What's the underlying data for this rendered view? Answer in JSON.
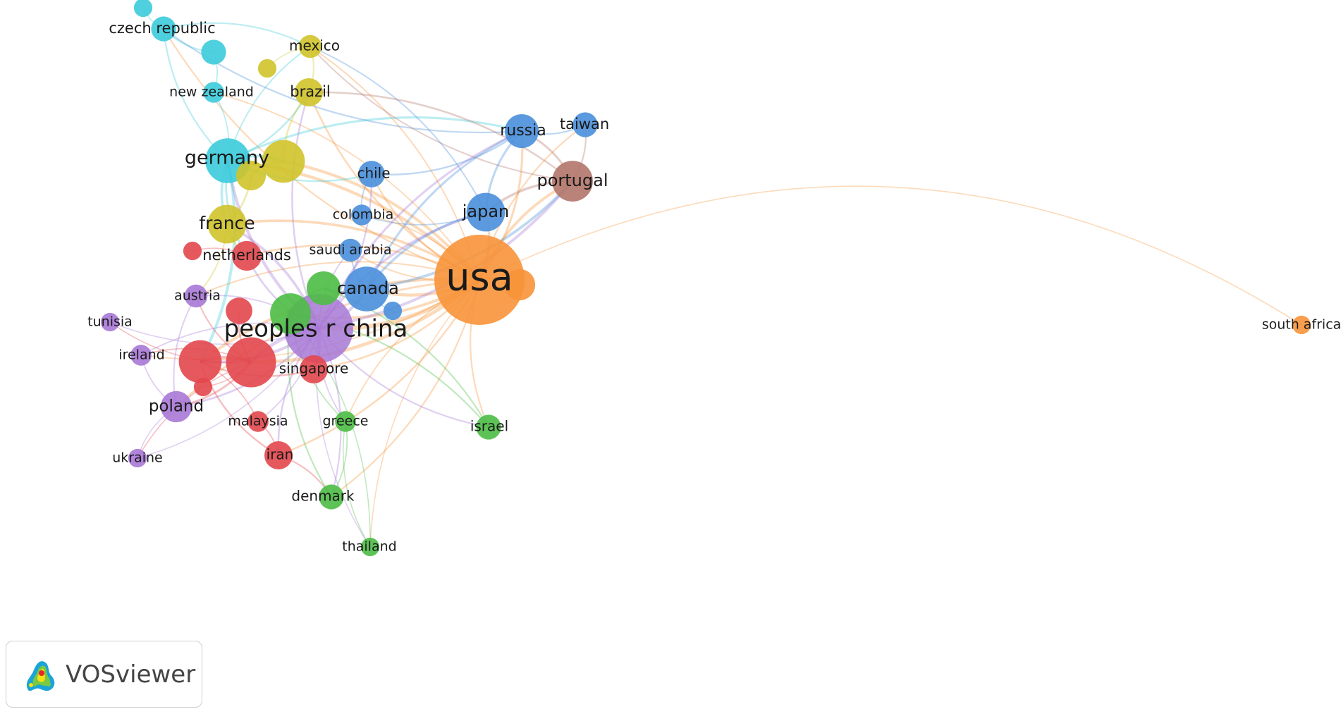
{
  "app": {
    "logo_text": "VOSviewer"
  },
  "colors": {
    "red": "#e2474d",
    "green": "#4cbc45",
    "blue": "#4a8fdb",
    "yellow": "#cfc32a",
    "purple": "#a778d6",
    "cyan": "#3ccbdb",
    "orange": "#f7943a",
    "brown": "#b2766a"
  },
  "nodes": [
    {
      "id": "usa",
      "label": "usa",
      "cluster": "orange",
      "weight": 100
    },
    {
      "id": "china",
      "label": "peoples r china",
      "cluster": "purple",
      "weight": 55
    },
    {
      "id": "germany",
      "label": "germany",
      "cluster": "cyan",
      "weight": 22
    },
    {
      "id": "czech",
      "label": "czech republic",
      "cluster": "cyan",
      "weight": 6
    },
    {
      "id": "newzealand",
      "label": "new zealand",
      "cluster": "cyan",
      "weight": 4
    },
    {
      "id": "mexico",
      "label": "mexico",
      "cluster": "yellow",
      "weight": 5
    },
    {
      "id": "brazil",
      "label": "brazil",
      "cluster": "yellow",
      "weight": 8
    },
    {
      "id": "france",
      "label": "france",
      "cluster": "yellow",
      "weight": 16
    },
    {
      "id": "russia",
      "label": "russia",
      "cluster": "blue",
      "weight": 12
    },
    {
      "id": "taiwan",
      "label": "taiwan",
      "cluster": "blue",
      "weight": 6
    },
    {
      "id": "chile",
      "label": "chile",
      "cluster": "blue",
      "weight": 7
    },
    {
      "id": "japan",
      "label": "japan",
      "cluster": "blue",
      "weight": 16
    },
    {
      "id": "colombia",
      "label": "colombia",
      "cluster": "blue",
      "weight": 4
    },
    {
      "id": "saudiarabia",
      "label": "saudi arabia",
      "cluster": "blue",
      "weight": 5
    },
    {
      "id": "canada",
      "label": "canada",
      "cluster": "blue",
      "weight": 22
    },
    {
      "id": "portugal",
      "label": "portugal",
      "cluster": "brown",
      "weight": 18
    },
    {
      "id": "netherlands",
      "label": "netherlands",
      "cluster": "red",
      "weight": 9
    },
    {
      "id": "austria",
      "label": "austria",
      "cluster": "purple",
      "weight": 5
    },
    {
      "id": "tunisia",
      "label": "tunisia",
      "cluster": "purple",
      "weight": 3
    },
    {
      "id": "ireland",
      "label": "ireland",
      "cluster": "purple",
      "weight": 4
    },
    {
      "id": "poland",
      "label": "poland",
      "cluster": "purple",
      "weight": 10
    },
    {
      "id": "ukraine",
      "label": "ukraine",
      "cluster": "purple",
      "weight": 3
    },
    {
      "id": "singapore",
      "label": "singapore",
      "cluster": "red",
      "weight": 8
    },
    {
      "id": "malaysia",
      "label": "malaysia",
      "cluster": "red",
      "weight": 4
    },
    {
      "id": "greece",
      "label": "greece",
      "cluster": "green",
      "weight": 4
    },
    {
      "id": "iran",
      "label": "iran",
      "cluster": "red",
      "weight": 8
    },
    {
      "id": "denmark",
      "label": "denmark",
      "cluster": "green",
      "weight": 6
    },
    {
      "id": "thailand",
      "label": "thailand",
      "cluster": "green",
      "weight": 3
    },
    {
      "id": "israel",
      "label": "israel",
      "cluster": "green",
      "weight": 6
    },
    {
      "id": "southafrica",
      "label": "south africa",
      "cluster": "orange",
      "weight": 3
    },
    {
      "id": "red_a",
      "label": "",
      "cluster": "red",
      "weight": 28
    },
    {
      "id": "red_b",
      "label": "",
      "cluster": "red",
      "weight": 20
    },
    {
      "id": "red_c",
      "label": "",
      "cluster": "red",
      "weight": 7
    },
    {
      "id": "red_d",
      "label": "",
      "cluster": "red",
      "weight": 3
    },
    {
      "id": "red_e",
      "label": "",
      "cluster": "red",
      "weight": 3
    },
    {
      "id": "green_a",
      "label": "",
      "cluster": "green",
      "weight": 18
    },
    {
      "id": "green_b",
      "label": "",
      "cluster": "green",
      "weight": 12
    },
    {
      "id": "yellow_a",
      "label": "",
      "cluster": "yellow",
      "weight": 20
    },
    {
      "id": "yellow_b",
      "label": "",
      "cluster": "yellow",
      "weight": 9
    },
    {
      "id": "yellow_c",
      "label": "",
      "cluster": "yellow",
      "weight": 3
    },
    {
      "id": "cyan_a",
      "label": "",
      "cluster": "cyan",
      "weight": 6
    },
    {
      "id": "cyan_b",
      "label": "",
      "cluster": "cyan",
      "weight": 3
    },
    {
      "id": "orange_b",
      "label": "",
      "cluster": "orange",
      "weight": 10
    },
    {
      "id": "blue_b",
      "label": "",
      "cluster": "blue",
      "weight": 3
    }
  ],
  "links": [
    [
      "usa",
      "china"
    ],
    [
      "usa",
      "germany"
    ],
    [
      "usa",
      "canada"
    ],
    [
      "usa",
      "japan"
    ],
    [
      "usa",
      "portugal"
    ],
    [
      "usa",
      "russia"
    ],
    [
      "usa",
      "taiwan"
    ],
    [
      "usa",
      "france"
    ],
    [
      "usa",
      "brazil"
    ],
    [
      "usa",
      "mexico"
    ],
    [
      "usa",
      "chile"
    ],
    [
      "usa",
      "colombia"
    ],
    [
      "usa",
      "saudiarabia"
    ],
    [
      "usa",
      "netherlands"
    ],
    [
      "usa",
      "singapore"
    ],
    [
      "usa",
      "israel"
    ],
    [
      "usa",
      "denmark"
    ],
    [
      "usa",
      "greece"
    ],
    [
      "usa",
      "iran"
    ],
    [
      "usa",
      "poland"
    ],
    [
      "usa",
      "red_a"
    ],
    [
      "usa",
      "red_b"
    ],
    [
      "usa",
      "green_a"
    ],
    [
      "usa",
      "yellow_a"
    ],
    [
      "usa",
      "southafrica"
    ],
    [
      "usa",
      "austria"
    ],
    [
      "usa",
      "ireland"
    ],
    [
      "usa",
      "thailand"
    ],
    [
      "usa",
      "czech"
    ],
    [
      "usa",
      "newzealand"
    ],
    [
      "china",
      "germany"
    ],
    [
      "china",
      "canada"
    ],
    [
      "china",
      "japan"
    ],
    [
      "china",
      "france"
    ],
    [
      "china",
      "singapore"
    ],
    [
      "china",
      "red_a"
    ],
    [
      "china",
      "red_b"
    ],
    [
      "china",
      "green_a"
    ],
    [
      "china",
      "poland"
    ],
    [
      "china",
      "iran"
    ],
    [
      "china",
      "malaysia"
    ],
    [
      "china",
      "greece"
    ],
    [
      "china",
      "denmark"
    ],
    [
      "china",
      "israel"
    ],
    [
      "china",
      "russia"
    ],
    [
      "china",
      "portugal"
    ],
    [
      "china",
      "netherlands"
    ],
    [
      "china",
      "austria"
    ],
    [
      "china",
      "tunisia"
    ],
    [
      "china",
      "ireland"
    ],
    [
      "china",
      "ukraine"
    ],
    [
      "china",
      "thailand"
    ],
    [
      "china",
      "saudiarabia"
    ],
    [
      "china",
      "chile"
    ],
    [
      "china",
      "brazil"
    ],
    [
      "germany",
      "france"
    ],
    [
      "germany",
      "czech"
    ],
    [
      "germany",
      "newzealand"
    ],
    [
      "germany",
      "mexico"
    ],
    [
      "germany",
      "brazil"
    ],
    [
      "germany",
      "russia"
    ],
    [
      "germany",
      "chile"
    ],
    [
      "germany",
      "yellow_a"
    ],
    [
      "germany",
      "netherlands"
    ],
    [
      "germany",
      "red_b"
    ],
    [
      "czech",
      "cyan_a"
    ],
    [
      "czech",
      "cyan_b"
    ],
    [
      "czech",
      "russia"
    ],
    [
      "czech",
      "mexico"
    ],
    [
      "newzealand",
      "cyan_a"
    ],
    [
      "mexico",
      "brazil"
    ],
    [
      "mexico",
      "portugal"
    ],
    [
      "mexico",
      "japan"
    ],
    [
      "brazil",
      "yellow_a"
    ],
    [
      "brazil",
      "portugal"
    ],
    [
      "russia",
      "taiwan"
    ],
    [
      "russia",
      "chile"
    ],
    [
      "russia",
      "japan"
    ],
    [
      "russia",
      "portugal"
    ],
    [
      "russia",
      "canada"
    ],
    [
      "taiwan",
      "portugal"
    ],
    [
      "japan",
      "canada"
    ],
    [
      "japan",
      "colombia"
    ],
    [
      "chile",
      "colombia"
    ],
    [
      "canada",
      "saudiarabia"
    ],
    [
      "portugal",
      "japan"
    ],
    [
      "portugal",
      "canada"
    ],
    [
      "red_a",
      "red_b"
    ],
    [
      "red_a",
      "poland"
    ],
    [
      "red_a",
      "ireland"
    ],
    [
      "red_a",
      "tunisia"
    ],
    [
      "red_a",
      "ukraine"
    ],
    [
      "red_a",
      "austria"
    ],
    [
      "red_b",
      "iran"
    ],
    [
      "red_b",
      "malaysia"
    ],
    [
      "red_b",
      "singapore"
    ],
    [
      "green_a",
      "green_b"
    ],
    [
      "green_a",
      "denmark"
    ],
    [
      "green_a",
      "thailand"
    ],
    [
      "green_a",
      "greece"
    ],
    [
      "green_b",
      "israel"
    ],
    [
      "denmark",
      "greece"
    ],
    [
      "thailand",
      "greece"
    ],
    [
      "poland",
      "ukraine"
    ],
    [
      "poland",
      "ireland"
    ],
    [
      "iran",
      "malaysia"
    ],
    [
      "iran",
      "denmark"
    ],
    [
      "france",
      "netherlands"
    ],
    [
      "france",
      "austria"
    ],
    [
      "yellow_a",
      "yellow_b"
    ],
    [
      "yellow_b",
      "france"
    ],
    [
      "orange_b",
      "usa"
    ],
    [
      "blue_b",
      "canada"
    ],
    [
      "red_c",
      "red_a"
    ],
    [
      "red_d",
      "netherlands"
    ],
    [
      "red_e",
      "red_a"
    ],
    [
      "yellow_c",
      "mexico"
    ],
    [
      "israel",
      "green_a"
    ],
    [
      "canada",
      "green_b"
    ],
    [
      "austria",
      "poland"
    ]
  ]
}
